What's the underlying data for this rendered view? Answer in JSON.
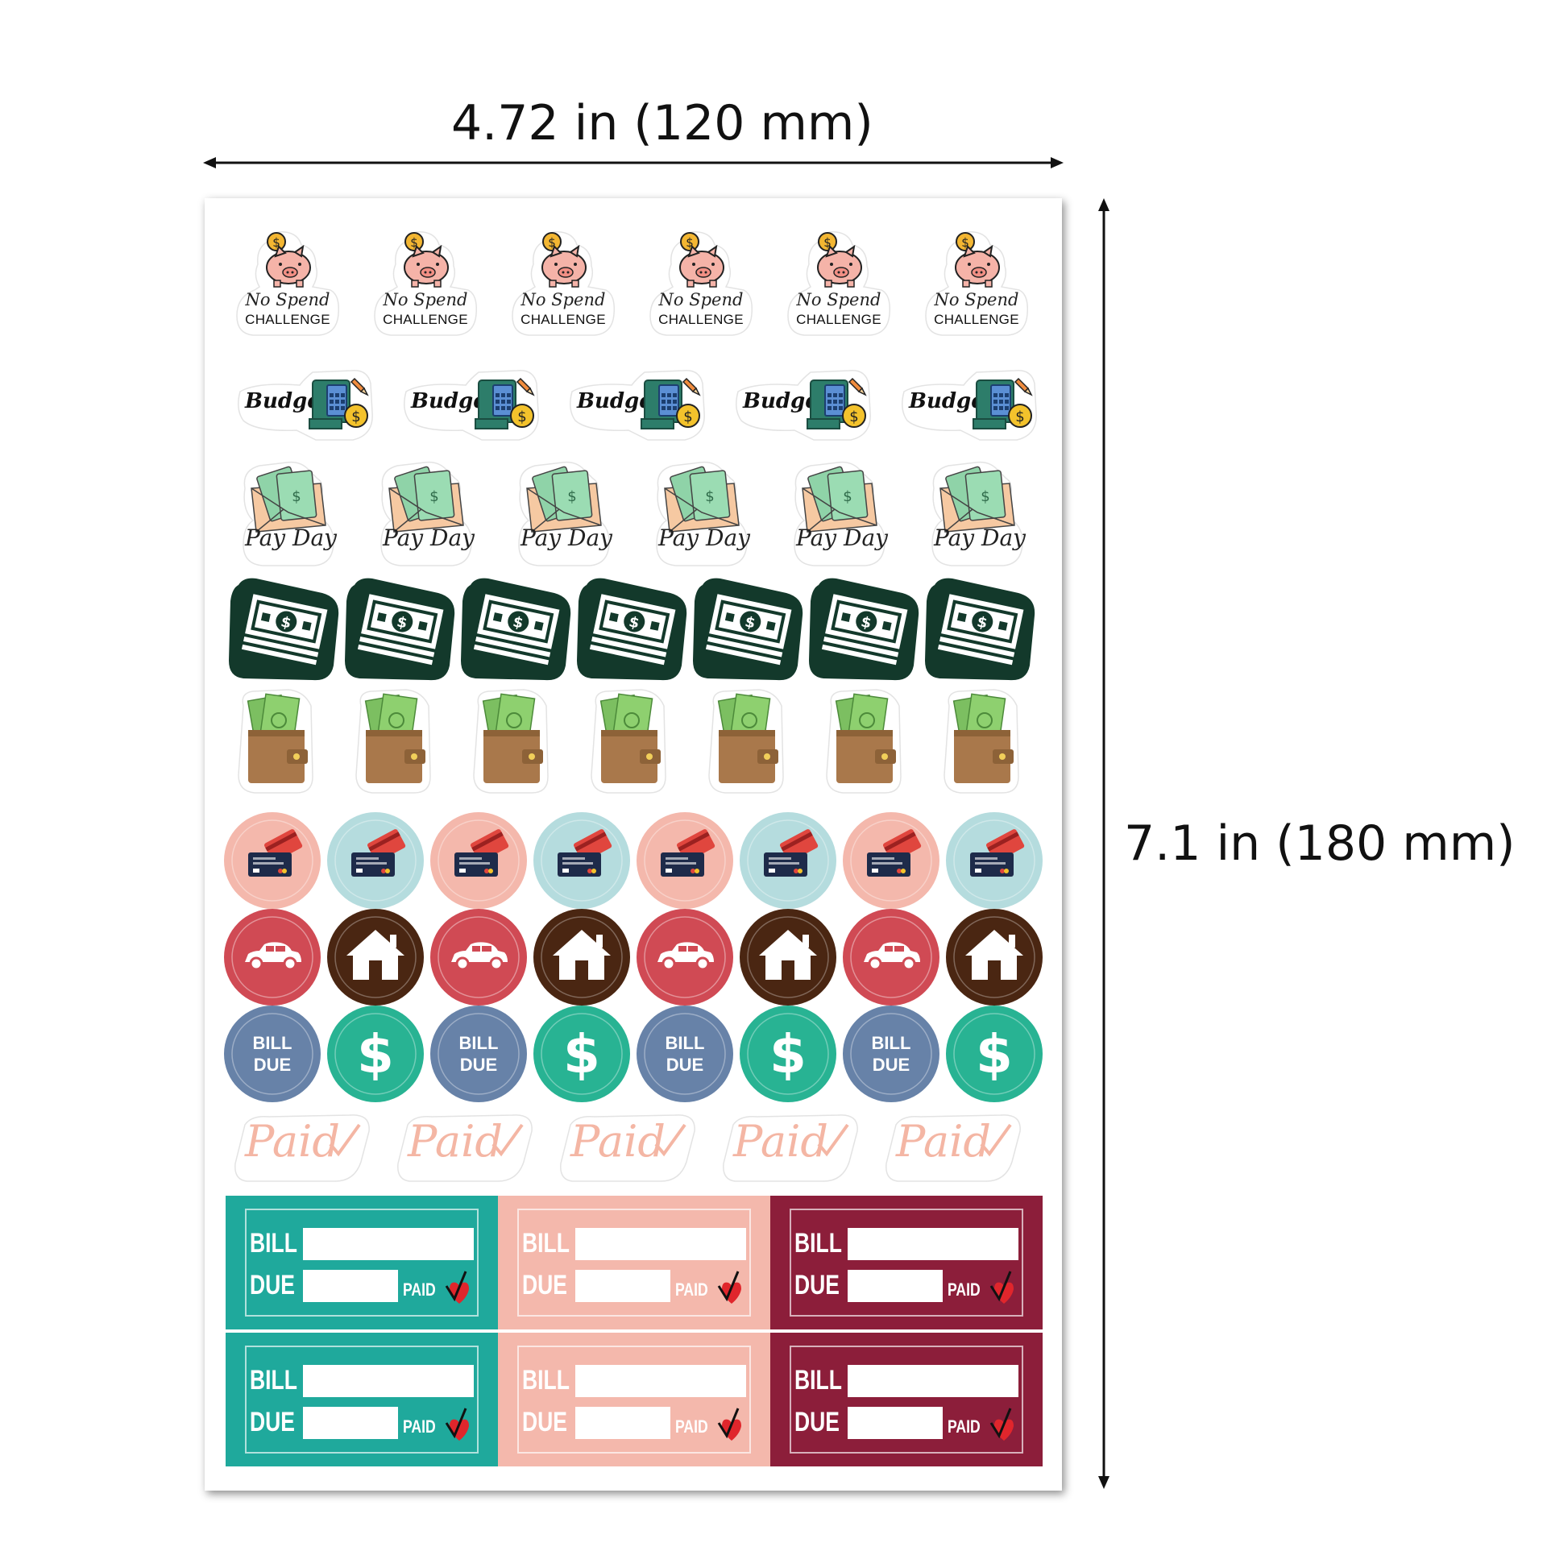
{
  "dimensions": {
    "width_label": "4.72 in (120 mm)",
    "height_label": "7.1 in (180 mm)"
  },
  "stickers": {
    "no_spend": {
      "script": "No Spend",
      "caps": "CHALLENGE"
    },
    "budget": {
      "word": "Budget"
    },
    "payday": {
      "word": "Pay Day"
    },
    "bill_due_circle": {
      "line1": "BILL",
      "line2": "DUE"
    },
    "dollar_circle": {
      "symbol": "$"
    },
    "paid": {
      "word": "Paid"
    },
    "bill_label": {
      "bill": "BILL",
      "due": "DUE",
      "paid": "PAID"
    }
  },
  "colors": {
    "card_pink": "#f4b8ac",
    "card_blue": "#b5dcde",
    "car_red": "#d04a54",
    "house_brown": "#4a2612",
    "bill_blue": "#6782a8",
    "dollar_green": "#28b393",
    "cash_dark_green": "#13392b",
    "label_teal": "#1fa99c",
    "label_pink": "#f4b8ac",
    "label_maroon": "#8c1e3a"
  },
  "icons": [
    "piggy-bank-icon",
    "calculator-coin-icon",
    "envelope-cash-icon",
    "cash-stack-icon",
    "wallet-icon",
    "credit-card-icon",
    "car-icon",
    "house-icon",
    "checkmark-icon",
    "heart-check-icon"
  ]
}
